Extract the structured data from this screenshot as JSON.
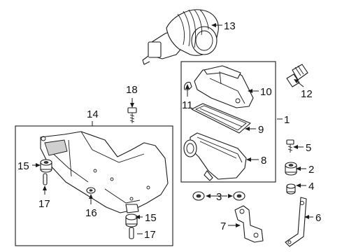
{
  "callouts": {
    "c1": "1",
    "c2": "2",
    "c3": "3",
    "c4": "4",
    "c5": "5",
    "c6": "6",
    "c7": "7",
    "c8": "8",
    "c9": "9",
    "c10": "10",
    "c11": "11",
    "c12": "12",
    "c13": "13",
    "c14": "14",
    "c15a": "15",
    "c15b": "15",
    "c16": "16",
    "c17a": "17",
    "c17b": "17",
    "c18": "18"
  }
}
